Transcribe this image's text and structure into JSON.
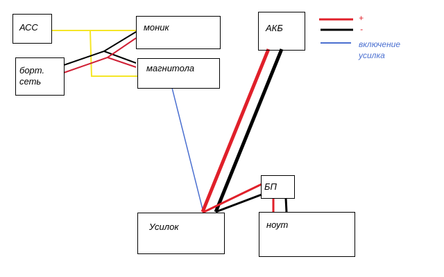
{
  "blocks": {
    "acc": "АСС",
    "monitor": "моник",
    "onboard_line1": "борт.",
    "onboard_line2": "сеть",
    "head_unit": "магнитола",
    "battery": "АКБ",
    "amplifier": "Усилок",
    "psu": "БП",
    "laptop": "ноут"
  },
  "legend": {
    "plus": "+",
    "minus": "-",
    "amp_on_line1": "включение",
    "amp_on_line2": "усилка"
  },
  "colors": {
    "plus": "#e0202a",
    "minus": "#000000",
    "amp_on": "#4a6fd0",
    "acc": "#f5e626"
  }
}
